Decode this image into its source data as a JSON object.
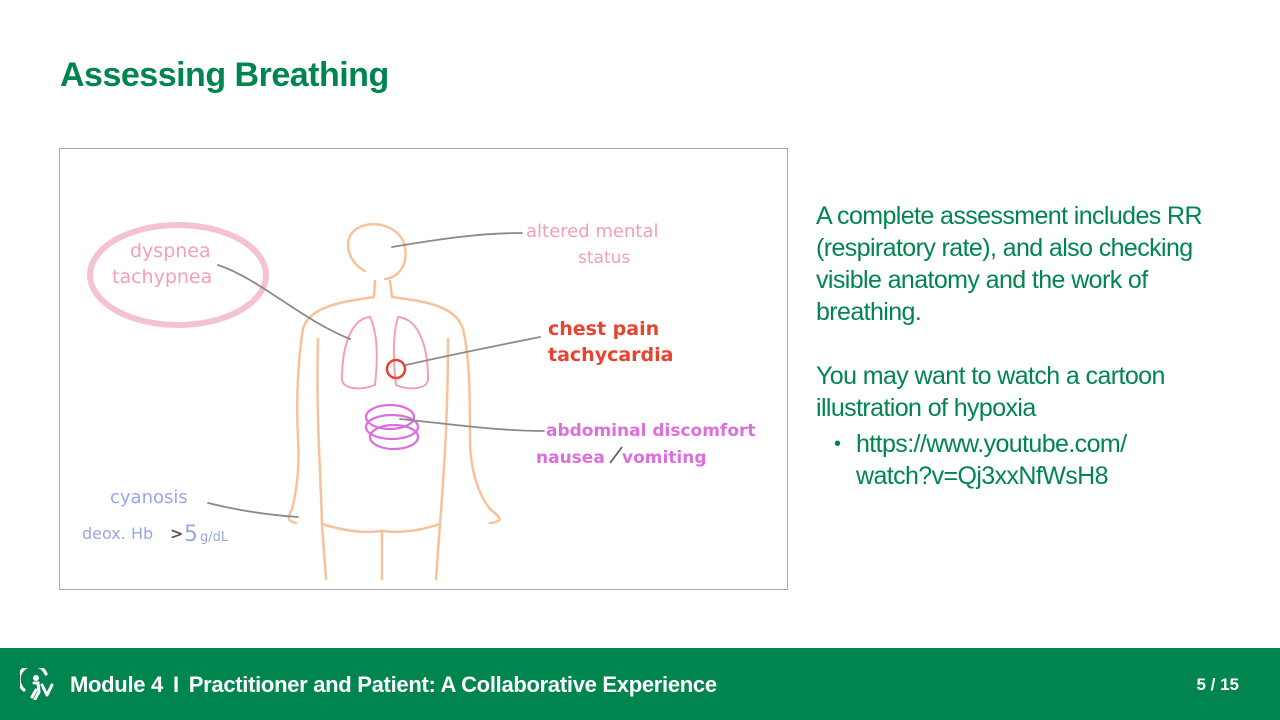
{
  "slide": {
    "title": "Assessing Breathing"
  },
  "figure": {
    "labels": {
      "dyspnea": "dyspnea",
      "tachypnea": "tachypnea",
      "altered_mental": "altered mental",
      "status": "status",
      "chest_pain": "chest pain",
      "tachycardia": "tachycardia",
      "abdominal_discomfort": "abdominal discomfort",
      "nausea": "nausea",
      "vomiting": "vomiting",
      "cyanosis": "cyanosis",
      "deox_hb": "deox. Hb",
      "gt": ">",
      "five": "5",
      "unit": "g/dL"
    },
    "colors": {
      "pink": "#f2a0b6",
      "red": "#e8432f",
      "magenta": "#dd6fdc",
      "lavender": "#9aa6e8",
      "skin": "#f6c29c",
      "gray_line": "#8a8a8a"
    }
  },
  "content": {
    "paragraph1": "A complete assessment includes RR (respiratory rate), and also checking visible anatomy and the work of breathing.",
    "paragraph2": "You may want to watch a cartoon illustration of hypoxia",
    "bullet": "•",
    "link_line1": "https://www.youtube.com/",
    "link_line2": "watch?v=Qj3xxNfWsH8"
  },
  "footer": {
    "logo_icon": "walking-person-logo-icon",
    "module": "Module 4",
    "separator": "I",
    "course": "Practitioner and Patient: A Collaborative Experience",
    "page": "5 / 15"
  }
}
